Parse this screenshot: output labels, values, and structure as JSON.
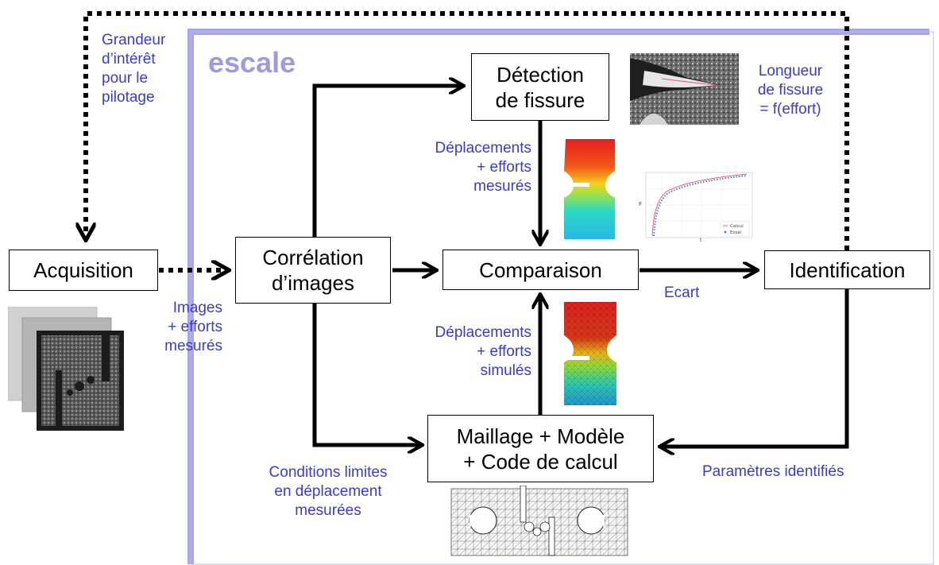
{
  "title": "escale",
  "colors": {
    "frame": "#a8a8e8",
    "label": "#3b3bc8",
    "arrow": "#000000"
  },
  "boxes": {
    "acquisition": "Acquisition",
    "correlation": "Corrélation\nd’images",
    "detection": "Détection\nde fissure",
    "comparaison": "Comparaison",
    "identification": "Identification",
    "maillage": "Maillage + Modèle\n+ Code de calcul"
  },
  "labels": {
    "grandeur": "Grandeur\nd’intérêt\npour le\npilotage",
    "longueur": "Longueur\nde fissure\n= f(effort)",
    "dep_mesures": "Déplacements\n+ efforts\nmesurés",
    "dep_simules": "Déplacements\n+ efforts\nsimulés",
    "images": "Images\n+ efforts\nmesurés",
    "ecart": "Ecart",
    "conditions": "Conditions limites\nen déplacement\nmesurées",
    "parametres": "Paramètres identifiés"
  },
  "plot": {
    "legend": [
      "Calcul",
      "Essai"
    ],
    "ylabel": "F",
    "xlabel": "t"
  }
}
